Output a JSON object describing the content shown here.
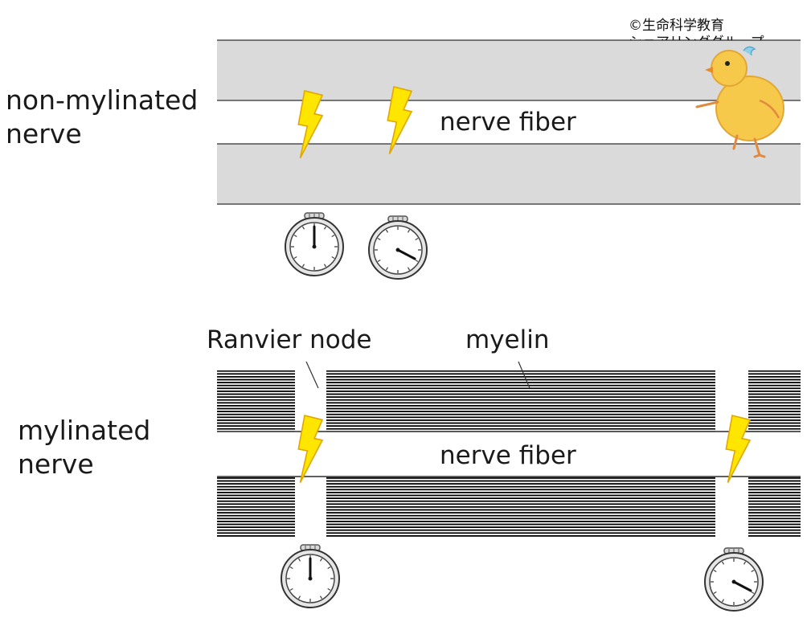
{
  "copyright": {
    "line1": "©生命科学教育",
    "line2": "シェアリンググループ"
  },
  "non_myelinated": {
    "label_line1": "non-mylinated",
    "label_line2": "nerve",
    "fiber_label": "nerve fiber",
    "fill_color": "#dadada"
  },
  "myelinated": {
    "label_line1": "mylinated",
    "label_line2": "nerve",
    "fiber_label": "nerve fiber",
    "node_label": "Ranvier node",
    "myelin_label": "myelin"
  },
  "icons": {
    "impulse": "lightning-bolt-icon",
    "timer": "stopwatch-icon",
    "mascot": "chick-mascot"
  },
  "colors": {
    "bolt_fill": "#ffe600",
    "bolt_stroke": "#e0a800",
    "chick": "#f7c94a"
  }
}
